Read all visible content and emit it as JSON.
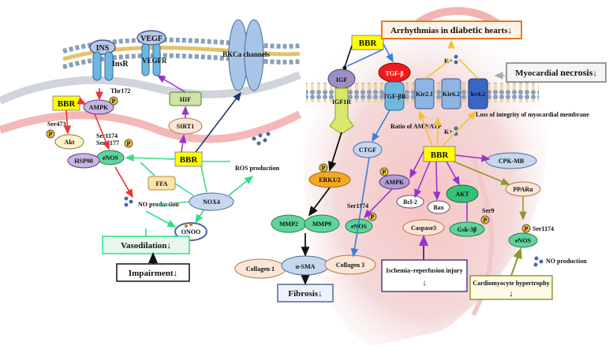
{
  "colors": {
    "bbr_fill": "#ffff00",
    "green_arrow": "#33dd88",
    "purple_arrow": "#9933cc",
    "red_arrow": "#ee3333",
    "navy_arrow": "#1f3a6b",
    "black_arrow": "#111111",
    "orange_border": "#e87722",
    "gray_border": "#808080"
  },
  "left": {
    "bbr_top": "BBR",
    "bbr_mid": "BBR",
    "ins": "INS",
    "insr": "InsR",
    "vegf": "VEGF",
    "vegfr": "VEGFR",
    "bkca": "BKCa channels",
    "thr172": "Thr172",
    "ampk": "AMPK",
    "hif": "HIF",
    "sirt1": "SIRT1",
    "ser473": "Ser473",
    "akt": "Akt",
    "ser1174": "Ser1174",
    "ser1177": "Ser 1177",
    "enos": "eNOS",
    "hsp90": "HSP90",
    "ros": "ROS production",
    "ffa": "FFA",
    "nox4": "NOX4",
    "no_production": "NO production",
    "onoo": "ONOO",
    "vasodilation": "Vasodilation",
    "impairment": "Impairment",
    "down": "↓",
    "p": "P"
  },
  "right": {
    "bbr_top": "BBR",
    "bbr_center": "BBR",
    "arrhythmias_prefix": "Arrhythmias in ",
    "arrhythmias_bold": "diabetic",
    "arrhythmias_suffix": " hearts",
    "myocardial_necrosis_prefix": "Myocardial ",
    "myocardial_necrosis_bold": "necrosis",
    "igf": "IGF",
    "igf1r": "IGF1R",
    "tgfb": "TGF-β",
    "tgfbr": "TGF-βR",
    "kir21": "Kir2.1",
    "kir62": "Kir6.2",
    "kv42": "kv4.2",
    "kplus": "K+",
    "ratio": "Ratio of AMP/ATP",
    "loss": "Loss of integrity of myocardial membrane",
    "ctgf": "CTGF",
    "erk": "ERK1/2",
    "ampk": "AMPK",
    "ser1174": "Ser1174",
    "enos": "eNOS",
    "bcl2": "Bcl-2",
    "bax": "Bax",
    "caspase3": "Caspase3",
    "akt": "AKT",
    "ser9": "Ser9",
    "gsk3b": "Gsk-3β",
    "cpkmb": "CPK-MB",
    "ppara": "PPARα",
    "enos2": "eNOS",
    "ser1174b": "Ser1174",
    "no_production": "NO production",
    "mmp2": "MMP2",
    "mmp9": "MMP9",
    "collagen1": "Collagen 1",
    "asma": "α-SMA",
    "collagen3": "Collagen 3",
    "fibrosis": "Fibrosis",
    "ischemia": "Ischemia–reperfusion injury",
    "cardiomyocyte": "Cardiomyocyte hypertrophy",
    "down": "↓",
    "p": "P"
  }
}
